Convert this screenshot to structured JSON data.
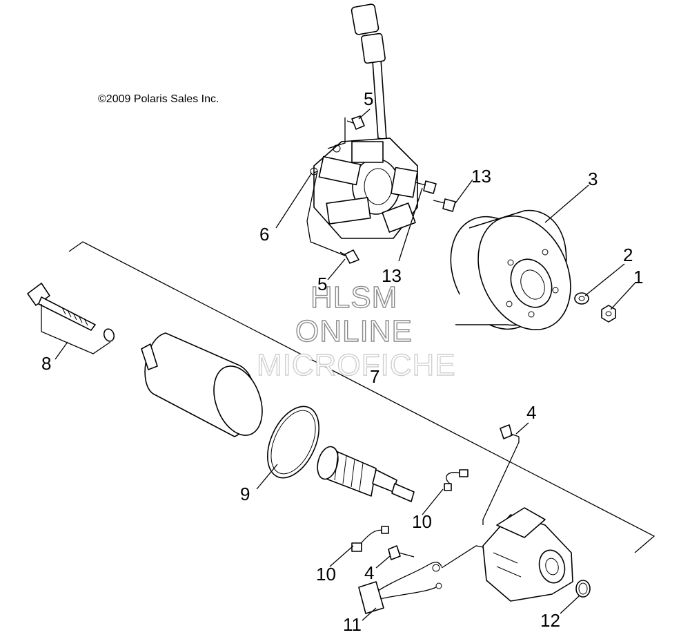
{
  "copyright": "©2009 Polaris Sales Inc.",
  "watermark": [
    "HLSM",
    "ONLINE",
    "MICROFICHE"
  ],
  "callouts": [
    "1",
    "2",
    "3",
    "4",
    "4",
    "5",
    "5",
    "6",
    "7",
    "8",
    "9",
    "10",
    "10",
    "11",
    "12",
    "13",
    "13"
  ]
}
